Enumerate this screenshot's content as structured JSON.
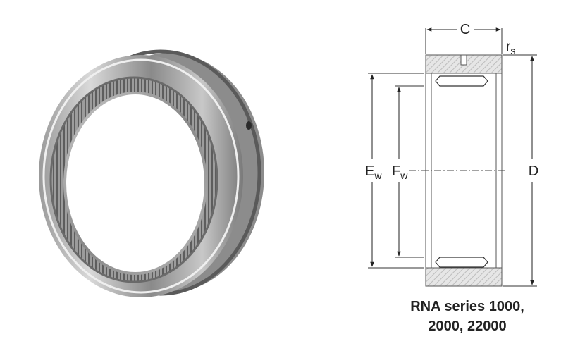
{
  "diagram": {
    "labels": {
      "width": "C",
      "radius_main": "r",
      "radius_sub": "s",
      "outer_diameter": "D",
      "inner_ring_main": "E",
      "inner_ring_sub": "w",
      "roller_main": "F",
      "roller_sub": "w"
    },
    "caption_line_1": "RNA series 1000,",
    "caption_line_2": "2000, 22000"
  },
  "colors": {
    "steel_dark": "#6e6e6e",
    "steel_light": "#d8d8d8",
    "hatch": "#bdbdbd",
    "ink": "#222222"
  }
}
